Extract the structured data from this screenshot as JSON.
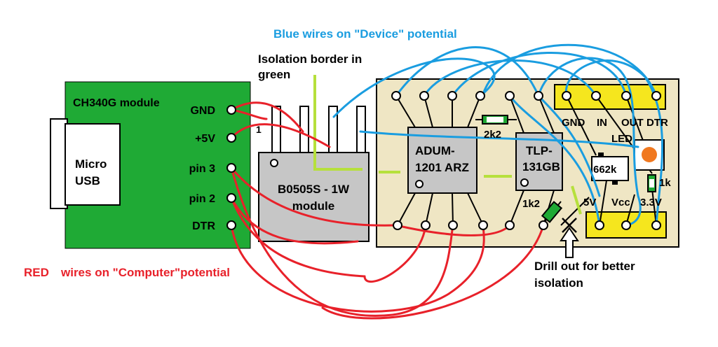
{
  "captions": {
    "blue_wires": "Blue wires on \"Device\" potential",
    "isolation_line1": "Isolation border in",
    "isolation_line2": "green",
    "red_prefix": "RED",
    "red_rest": "wires on \"Computer\"potential",
    "drill_line1": "Drill out for better",
    "drill_line2": "isolation"
  },
  "ch340": {
    "title": "CH340G module",
    "usb_line1": "Micro",
    "usb_line2": "USB",
    "pins": [
      "GND",
      "+5V",
      "pin 3",
      "pin 2",
      "DTR"
    ]
  },
  "dcdc": {
    "line1": "B0505S - 1W",
    "line2": "module",
    "pin1_mark": "1"
  },
  "pcb": {
    "adum_line1": "ADUM-",
    "adum_line2": "1201 ARZ",
    "tlp_line1": "TLP-",
    "tlp_line2": "131GB",
    "res_2k2": "2k2",
    "res_1k2": "1k2",
    "res_662k": "662k",
    "res_1k": "1k",
    "led": "LED",
    "header_top": [
      "GND",
      "IN",
      "OUT",
      "DTR"
    ],
    "header_bottom": [
      "5V",
      "Vcc",
      "3.3V"
    ]
  },
  "colors": {
    "red_wire": "#e8212a",
    "blue_wire": "#1a9de0",
    "green_border": "#b6e03c",
    "module_green": "#1faa35",
    "pcb_bg": "#efe6c4",
    "header_yellow": "#f5e61e",
    "grey": "#c6c6c6",
    "led_orange": "#f07820"
  }
}
